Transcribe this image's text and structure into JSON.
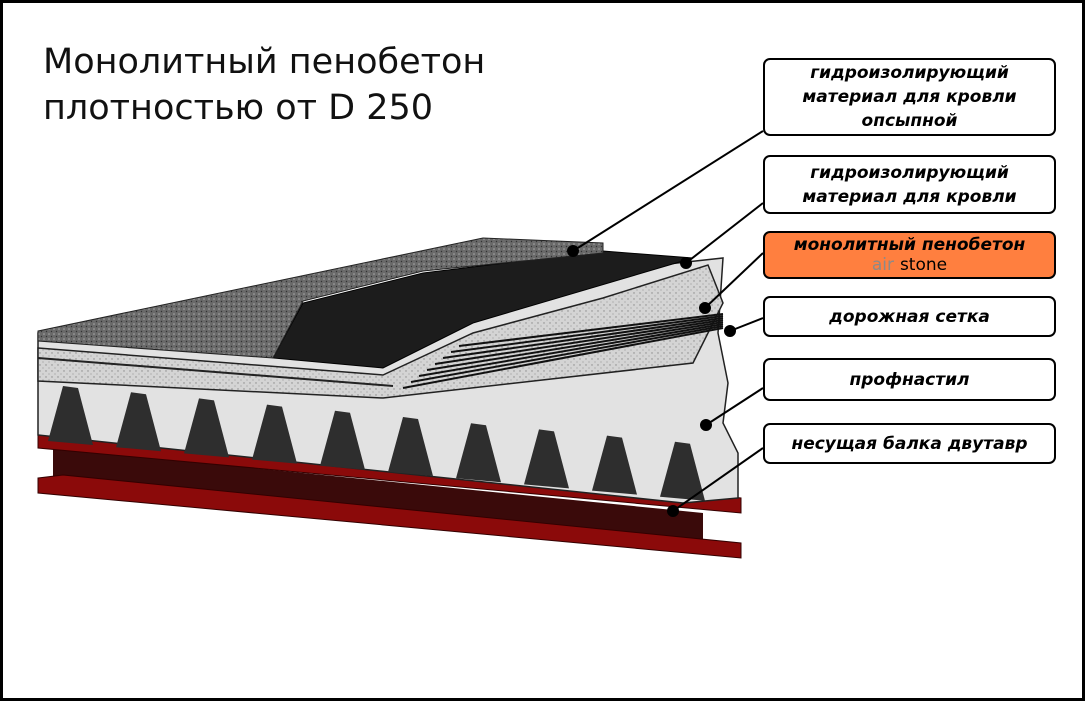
{
  "title": {
    "line1": "Монолитный пенобетон",
    "line2": "плотностью от D 250"
  },
  "labels": [
    {
      "lines": [
        "гидроизолирующий",
        "материал для кровли",
        "опсыпной"
      ]
    },
    {
      "lines": [
        "гидроизолирующий",
        "материал для кровли"
      ]
    },
    {
      "lines": [
        "монолитный пенобетон"
      ],
      "brand_part1": "air",
      "brand_part2": "stone"
    },
    {
      "lines": [
        "дорожная сетка"
      ]
    },
    {
      "lines": [
        "профнастил"
      ]
    },
    {
      "lines": [
        "несущая балка двутавр"
      ]
    }
  ],
  "colors": {
    "accent": "#ff7f3f",
    "beam": "#8b0a0a",
    "beam_dark": "#3a0a0a",
    "roofing": "#1c1c1c"
  }
}
